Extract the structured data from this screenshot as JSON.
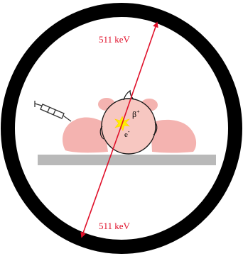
{
  "labels": {
    "energy_top": "511 keV",
    "energy_bottom": "511 keV",
    "beta": "β",
    "beta_sup": "+",
    "electron": "e",
    "electron_sup": "-"
  },
  "colors": {
    "ring": "#000000",
    "photon_arrow": "#e0102a",
    "energy_text": "#e0102a",
    "body": "#f4b3b0",
    "head": "#f7c7c1",
    "table": "#b9b9b9",
    "annihilation": "#ffee00",
    "syringe": "#333333"
  }
}
